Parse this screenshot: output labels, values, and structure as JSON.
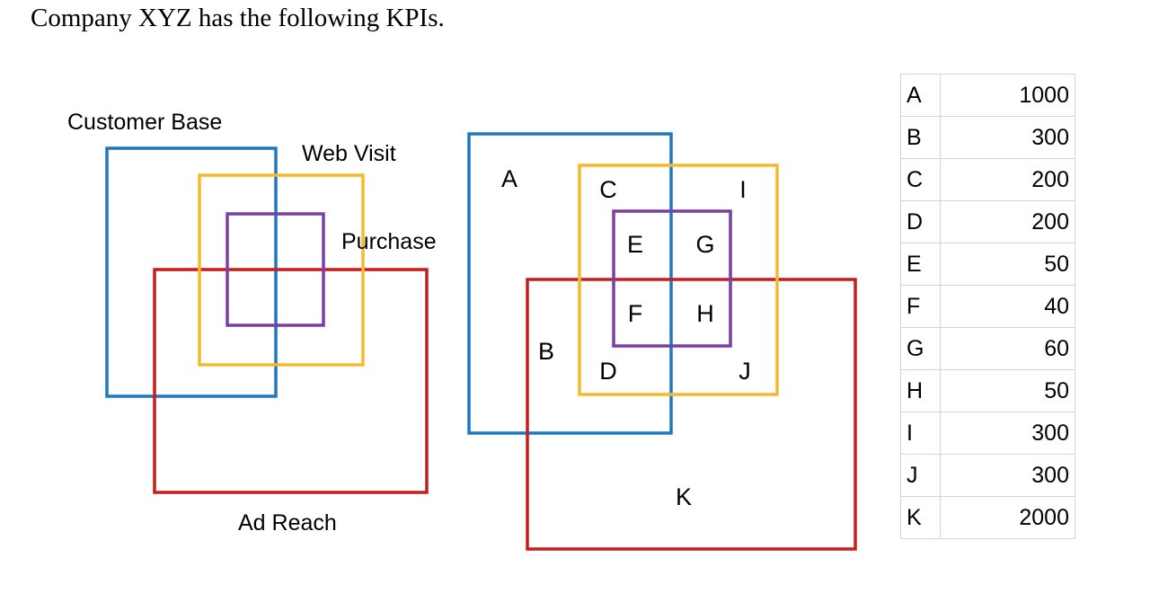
{
  "heading": "Company XYZ has the following KPIs.",
  "left_diagram": {
    "labels": {
      "customer_base": "Customer Base",
      "web_visit": "Web Visit",
      "purchase": "Purchase",
      "ad_reach": "Ad Reach"
    }
  },
  "right_diagram": {
    "regions": {
      "A": "A",
      "B": "B",
      "C": "C",
      "D": "D",
      "E": "E",
      "F": "F",
      "G": "G",
      "H": "H",
      "I": "I",
      "J": "J",
      "K": "K"
    }
  },
  "colors": {
    "customer_base": "#1f77c0",
    "web_visit": "#f5b92e",
    "purchase": "#7a3fa6",
    "ad_reach": "#c41e1e"
  },
  "kpi_table": {
    "rows": [
      {
        "key": "A",
        "value": "1000"
      },
      {
        "key": "B",
        "value": "300"
      },
      {
        "key": "C",
        "value": "200"
      },
      {
        "key": "D",
        "value": "200"
      },
      {
        "key": "E",
        "value": "50"
      },
      {
        "key": "F",
        "value": "40"
      },
      {
        "key": "G",
        "value": "60"
      },
      {
        "key": "H",
        "value": "50"
      },
      {
        "key": "I",
        "value": "300"
      },
      {
        "key": "J",
        "value": "300"
      },
      {
        "key": "K",
        "value": "2000"
      }
    ]
  }
}
